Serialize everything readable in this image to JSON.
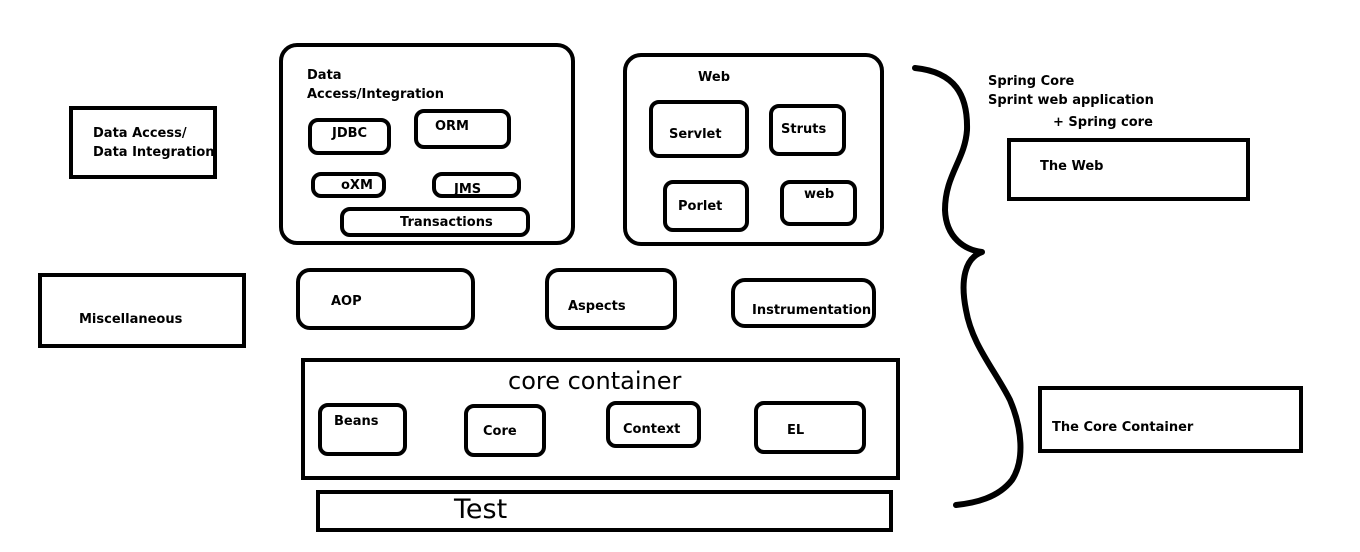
{
  "left_labels": {
    "data_access": [
      "Data Access/",
      "Data Integration"
    ],
    "miscellaneous": "Miscellaneous"
  },
  "data_access_group": {
    "title": [
      "Data",
      "Access/Integration"
    ],
    "modules": {
      "jdbc": "JDBC",
      "orm": "ORM",
      "oxm": "oXM",
      "jms": "JMS",
      "transactions": "Transactions"
    }
  },
  "web_group": {
    "title": "Web",
    "modules": {
      "servlet": "Servlet",
      "struts": "Struts",
      "porlet": "Porlet",
      "web": "web"
    }
  },
  "middle_row": {
    "aop": "AOP",
    "aspects": "Aspects",
    "instrumentation": "Instrumentation"
  },
  "core_container": {
    "title": "core container",
    "modules": {
      "beans": "Beans",
      "core": "Core",
      "context": "Context",
      "el": "EL"
    }
  },
  "test": "Test",
  "right_notes": {
    "lines": [
      "Spring Core",
      "Sprint web application",
      "+ Spring core"
    ],
    "the_web": "The Web",
    "the_core_container": "The Core Container"
  }
}
